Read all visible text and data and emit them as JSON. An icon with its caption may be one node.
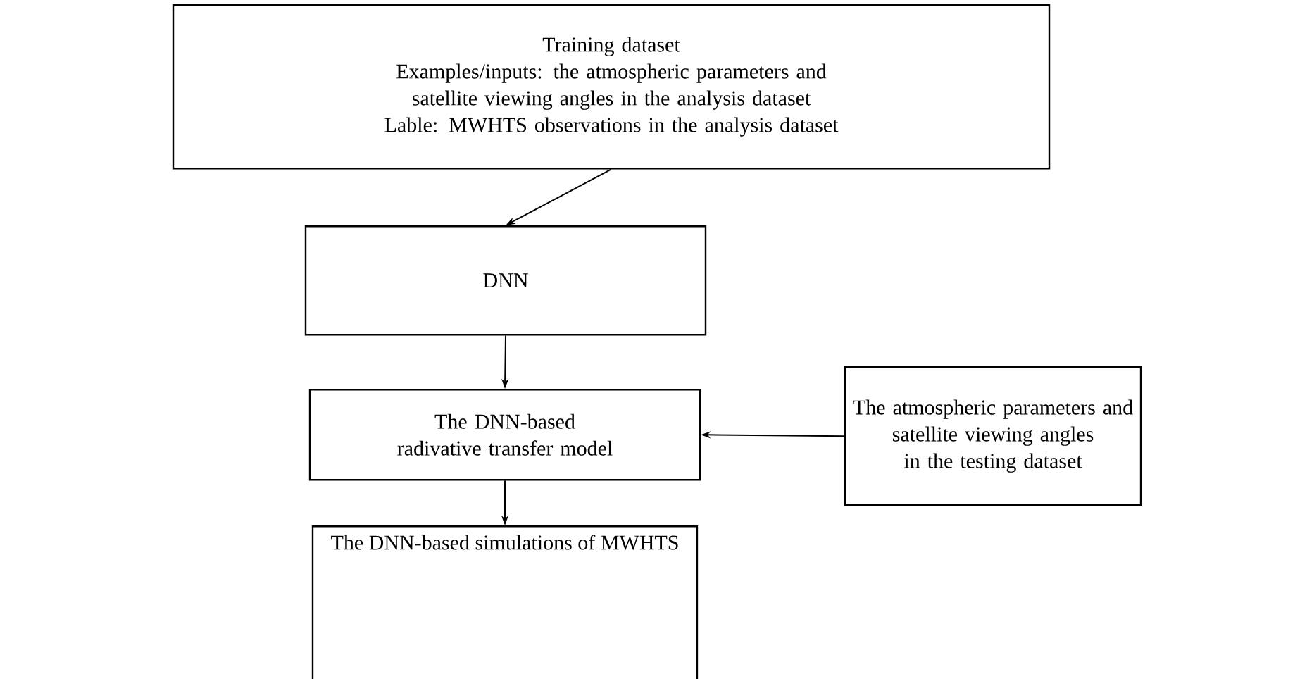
{
  "diagram": {
    "nodes": [
      {
        "text": [
          "Training dataset",
          "Examples/inputs: the atmospheric parameters and satellite viewing angles in the analysis dataset",
          "Lable: MWHTS observations in the analysis dataset"
        ]
      },
      {
        "text": [
          "DNN"
        ]
      },
      {
        "text": [
          "The DNN-based radivative transfer model"
        ]
      },
      {
        "text": [
          "The atmospheric parameters and satellite viewing angles in the testing dataset"
        ]
      },
      {
        "text": [
          "The DNN-based simulations of MWHTS"
        ]
      }
    ],
    "edges": [
      {
        "from": 0,
        "to": 1,
        "arrow": "to"
      },
      {
        "from": 1,
        "to": 2,
        "arrow": "to"
      },
      {
        "from": 3,
        "to": 2,
        "arrow": "to"
      },
      {
        "from": 2,
        "to": 4,
        "arrow": "to"
      }
    ]
  }
}
